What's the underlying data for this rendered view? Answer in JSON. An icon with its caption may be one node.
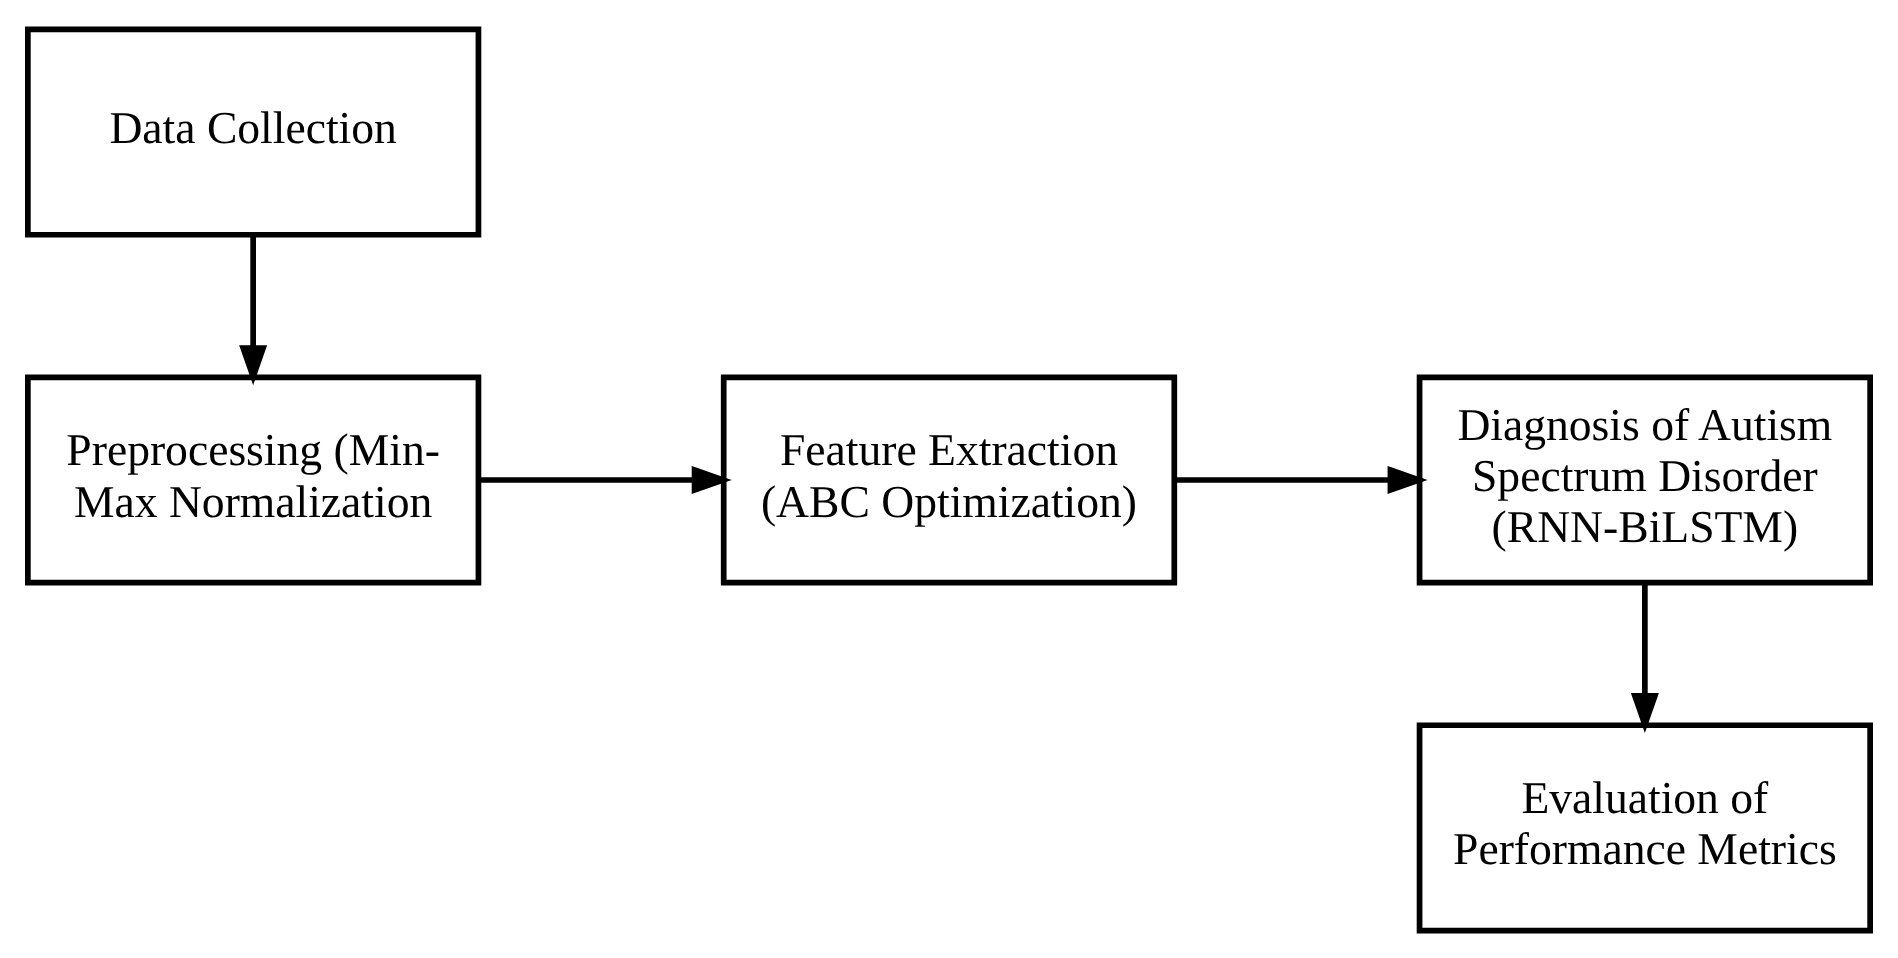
{
  "diagram": {
    "nodes": [
      {
        "text": [
          "Data Collection"
        ]
      },
      {
        "text": [
          "Preprocessing (Min-Max Normalization"
        ]
      },
      {
        "text": [
          "Feature Extraction (ABC Optimization)"
        ]
      },
      {
        "text": [
          "Diagnosis of Autism Spectrum Disorder (RNN-BiLSTM)"
        ]
      },
      {
        "text": [
          "Evaluation of Performance Metrics"
        ]
      }
    ],
    "edges": [
      {
        "from": 0,
        "to": 1,
        "arrow": "to"
      },
      {
        "from": 1,
        "to": 2,
        "arrow": "to"
      },
      {
        "from": 2,
        "to": 3,
        "arrow": "to"
      },
      {
        "from": 3,
        "to": 4,
        "arrow": "to"
      }
    ]
  }
}
